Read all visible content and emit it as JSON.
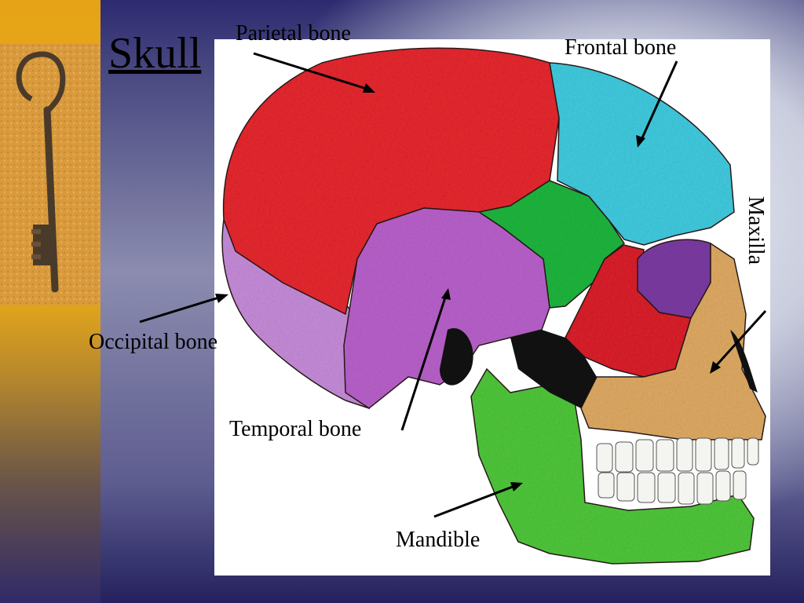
{
  "slide": {
    "title": "Skull",
    "labels": {
      "parietal": "Parietal bone",
      "frontal": "Frontal bone",
      "maxilla": "Maxilla",
      "occipital": "Occipital bone",
      "temporal": "Temporal bone",
      "mandible": "Mandible"
    }
  },
  "colors": {
    "parietal": "#e3262e",
    "frontal": "#40c8dc",
    "sphenoid": "#1db33c",
    "temporal": "#b65fc8",
    "occipital": "#c38ad6",
    "maxilla": "#dca862",
    "mandible": "#4ec43a",
    "zygomatic": "#d8202a",
    "side_band": "#e6a317",
    "background": "#24215e"
  }
}
